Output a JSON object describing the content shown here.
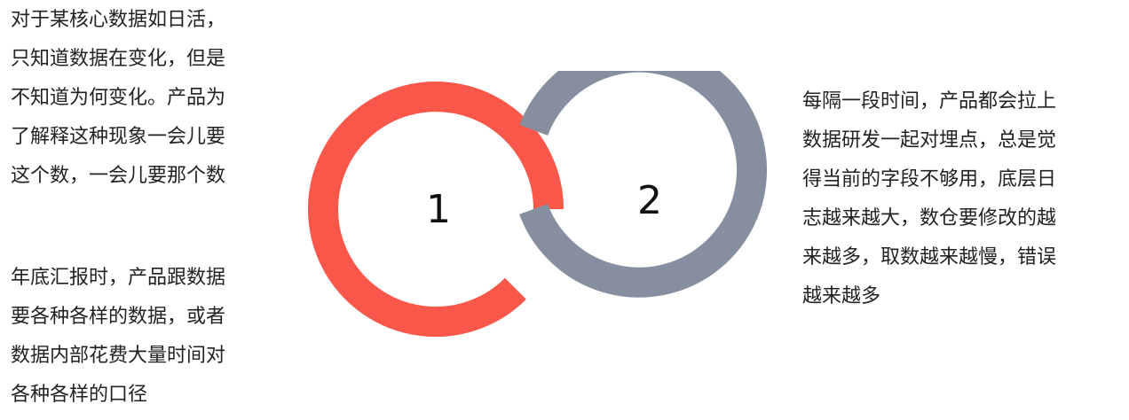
{
  "left_top": {
    "lines": [
      "对于某核心数据如日活，",
      "只知道数据在变化，但是",
      "不知道为何变化。产品为",
      "了解释这种现象一会儿要",
      "这个数，一会儿要那个数"
    ]
  },
  "left_bottom": {
    "lines": [
      "年底汇报时，产品跟数据",
      "要各种各样的数据，或者",
      "数据内部花费大量时间对",
      "各种各样的口径"
    ]
  },
  "right_block": {
    "lines": [
      "每隔一段时间，产品都会拉上",
      "数据研发一起对埋点，总是觉",
      "得当前的字段不够用，底层日",
      "志越来越大，数仓要修改的越",
      "来越多，取数越来越慢，错误",
      "越来越多"
    ]
  },
  "rings": {
    "ring1": {
      "label": "1",
      "color": "#f9574a"
    },
    "ring2": {
      "label": "2",
      "color": "#858f9f"
    }
  }
}
